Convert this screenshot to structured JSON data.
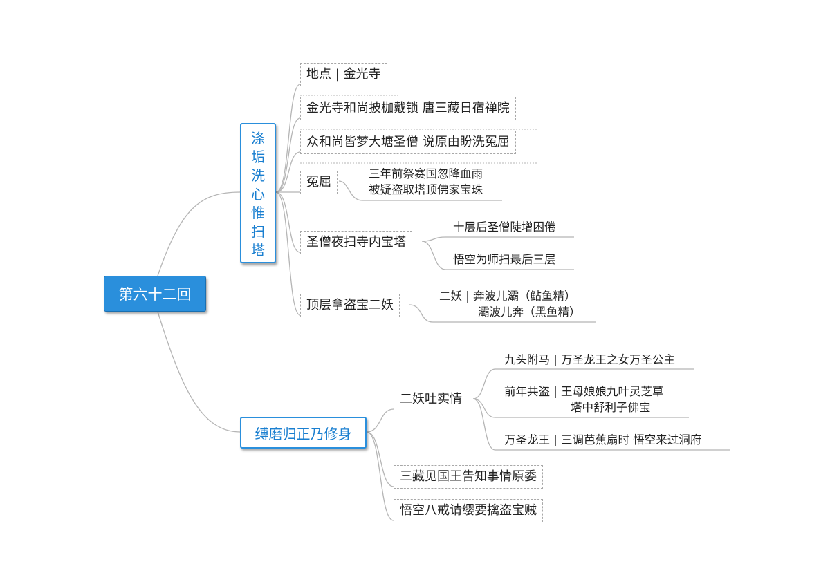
{
  "root": {
    "label": "第六十二回"
  },
  "branch1": {
    "title_chars": [
      "涤",
      "垢",
      "洗",
      "心",
      "惟",
      "扫",
      "塔"
    ],
    "items": [
      {
        "label": "地点 | 金光寺"
      },
      {
        "label": "金光寺和尚披枷戴锁 唐三藏日宿禅院"
      },
      {
        "label": "众和尚皆梦大塘圣僧 说原由盼洗冤屈"
      },
      {
        "label": "冤屈",
        "details": [
          "三年前祭赛国忽降血雨",
          "被疑盗取塔顶佛家宝珠"
        ]
      },
      {
        "label": "圣僧夜扫寺内宝塔",
        "details": [
          "十层后圣僧陡增困倦",
          "悟空为师扫最后三层"
        ]
      },
      {
        "label": "顶层拿盗宝二妖",
        "details": [
          "二妖 | 奔波儿灞（鲇鱼精）",
          "灞波儿奔（黑鱼精）"
        ]
      }
    ]
  },
  "branch2": {
    "title": "缚磨归正乃修身",
    "items": [
      {
        "label": "二妖吐实情",
        "details": [
          "九头附马 | 万圣龙王之女万圣公主",
          "前年共盗 | 王母娘娘九叶灵芝草",
          "塔中舒利子佛宝",
          "万圣龙王 | 三调芭蕉扇时 悟空来过洞府"
        ]
      },
      {
        "label": "三藏见国王告知事情原委"
      },
      {
        "label": "悟空八戒请缨要擒盗宝贼"
      }
    ]
  }
}
